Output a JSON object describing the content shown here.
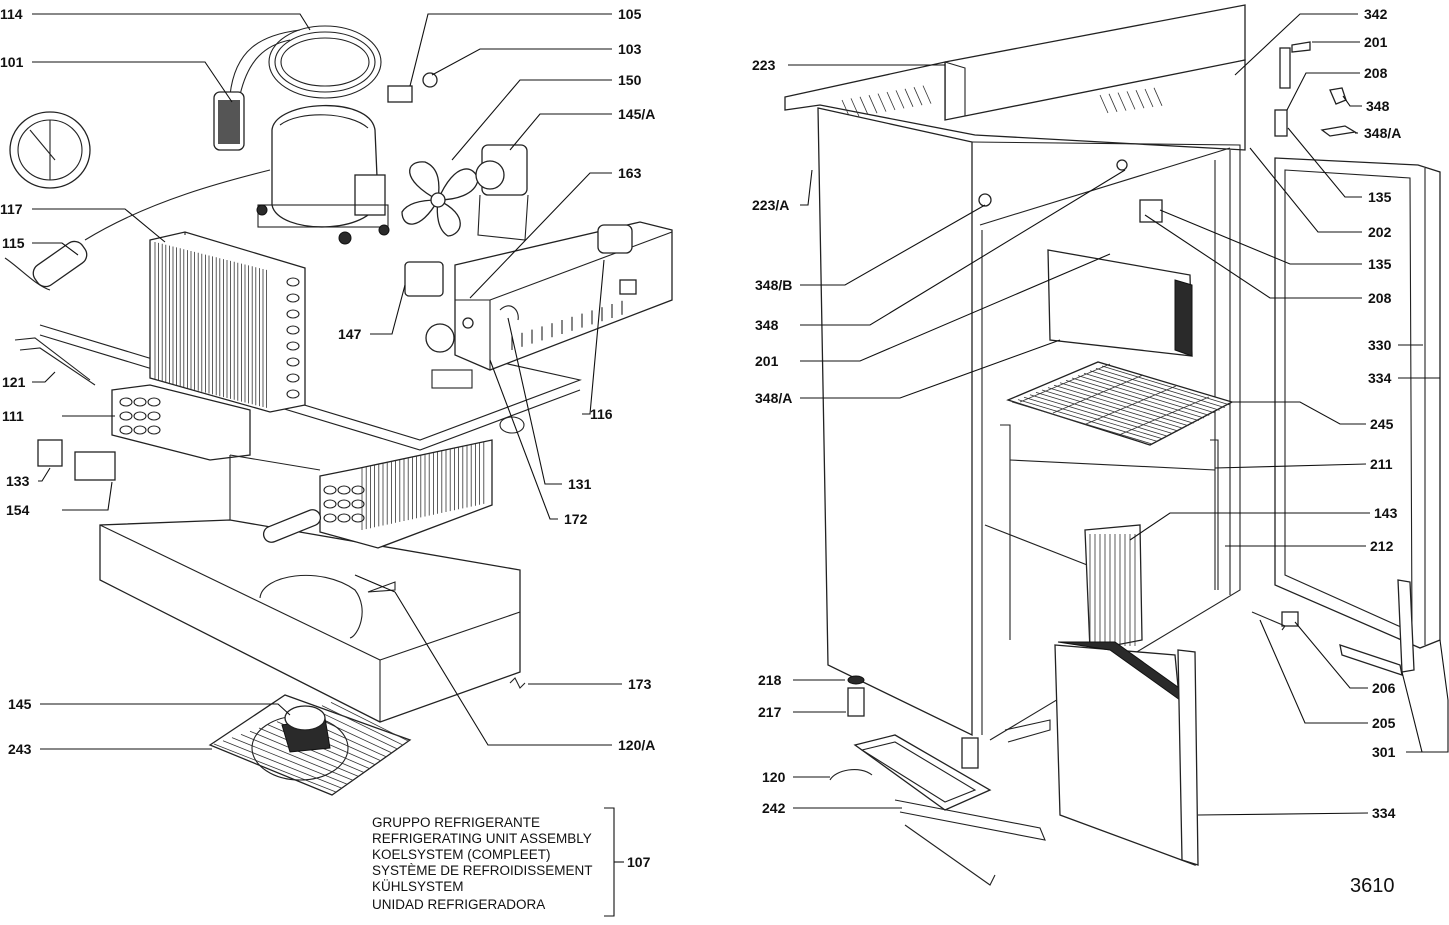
{
  "figure_number": "3610",
  "legend": {
    "lines": [
      "GRUPPO REFRIGERANTE",
      "REFRIGERATING UNIT ASSEMBLY",
      "KOELSYSTEM (COMPLEET)",
      "SYSTÈME DE REFROIDISSEMENT",
      "KÜHLSYSTEM",
      "UNIDAD REFRIGERADORA"
    ],
    "ref": "107"
  },
  "left_labels": [
    "114",
    "101",
    "117",
    "115",
    "121",
    "111",
    "133",
    "154",
    "145",
    "243",
    "105",
    "103",
    "150",
    "145/A",
    "163",
    "147",
    "116",
    "131",
    "172",
    "173",
    "120/A"
  ],
  "right_labels": [
    "223",
    "223/A",
    "348/B",
    "348",
    "201",
    "348/A",
    "218",
    "217",
    "120",
    "242",
    "342",
    "201",
    "208",
    "348",
    "348/A",
    "135",
    "202",
    "135",
    "208",
    "330",
    "334",
    "245",
    "211",
    "143",
    "212",
    "206",
    "205",
    "301",
    "334"
  ]
}
